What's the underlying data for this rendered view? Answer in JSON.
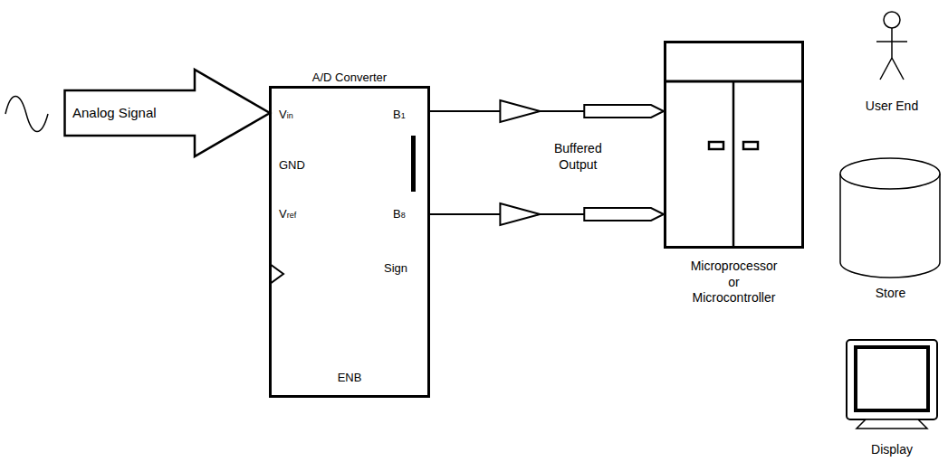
{
  "diagram": {
    "nodes": [
      {
        "text": [
          "Analog Signal"
        ]
      },
      {
        "text": [
          "A/D Converter",
          "Vin",
          "GND",
          "Vref",
          "B1",
          "B8",
          "Sign",
          "ENB"
        ]
      },
      {
        "text": [
          "Microprocessor or Microcontroller"
        ]
      },
      {
        "text": [
          "User End"
        ]
      },
      {
        "text": [
          "Store"
        ]
      },
      {
        "text": [
          "Display"
        ]
      }
    ],
    "edges": [
      {
        "from": 1,
        "to": 2,
        "arrow": "to"
      },
      {
        "from": 1,
        "to": 2,
        "arrow": "to"
      }
    ],
    "labels": [
      "Buffered Output"
    ]
  }
}
